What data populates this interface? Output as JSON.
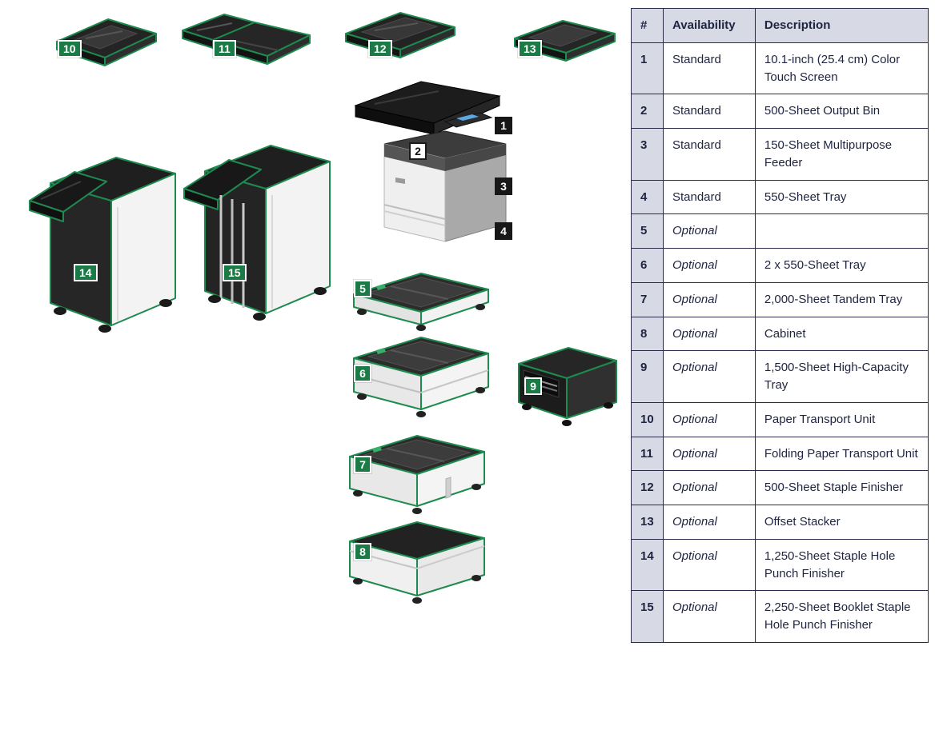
{
  "colors": {
    "outline_green": "#1e8a4f",
    "callout_green": "#1b7a46",
    "callout_dark": "#171717",
    "table_border": "#2a2a4a",
    "table_header_bg": "#d7d9e4",
    "text": "#1f2440"
  },
  "diagram": {
    "callouts": [
      {
        "text": "1",
        "style": "dark"
      },
      {
        "text": "2",
        "style": "light"
      },
      {
        "text": "3",
        "style": "dark"
      },
      {
        "text": "4",
        "style": "dark"
      },
      {
        "text": "5",
        "style": "green"
      },
      {
        "text": "6",
        "style": "green"
      },
      {
        "text": "7",
        "style": "green"
      },
      {
        "text": "8",
        "style": "green"
      },
      {
        "text": "9",
        "style": "green"
      },
      {
        "text": "10",
        "style": "green"
      },
      {
        "text": "11",
        "style": "green"
      },
      {
        "text": "12",
        "style": "green"
      },
      {
        "text": "13",
        "style": "green"
      },
      {
        "text": "14",
        "style": "green"
      },
      {
        "text": "15",
        "style": "green"
      }
    ]
  },
  "table": {
    "headers": {
      "num": "#",
      "availability": "Availability",
      "description": "Description"
    },
    "rows": [
      {
        "num": "1",
        "availability": "Standard",
        "description": "10.1-inch (25.4 cm) Color Touch Screen"
      },
      {
        "num": "2",
        "availability": "Standard",
        "description": "500-Sheet Output Bin"
      },
      {
        "num": "3",
        "availability": "Standard",
        "description": "150-Sheet Multipurpose Feeder"
      },
      {
        "num": "4",
        "availability": "Standard",
        "description": "550-Sheet Tray"
      },
      {
        "num": "5",
        "availability": "Optional",
        "description": ""
      },
      {
        "num": "6",
        "availability": "Optional",
        "description": "2 x 550-Sheet Tray"
      },
      {
        "num": "7",
        "availability": "Optional",
        "description": "2,000-Sheet Tandem Tray"
      },
      {
        "num": "8",
        "availability": "Optional",
        "description": "Cabinet"
      },
      {
        "num": "9",
        "availability": "Optional",
        "description": "1,500-Sheet High-Capacity Tray"
      },
      {
        "num": "10",
        "availability": "Optional",
        "description": "Paper Transport Unit"
      },
      {
        "num": "11",
        "availability": "Optional",
        "description": "Folding Paper Transport Unit"
      },
      {
        "num": "12",
        "availability": "Optional",
        "description": "500-Sheet Staple Finisher"
      },
      {
        "num": "13",
        "availability": "Optional",
        "description": "Offset Stacker"
      },
      {
        "num": "14",
        "availability": "Optional",
        "description": "1,250-Sheet Staple Hole Punch Finisher"
      },
      {
        "num": "15",
        "availability": "Optional",
        "description": "2,250-Sheet Booklet Staple Hole Punch Finisher"
      }
    ]
  }
}
